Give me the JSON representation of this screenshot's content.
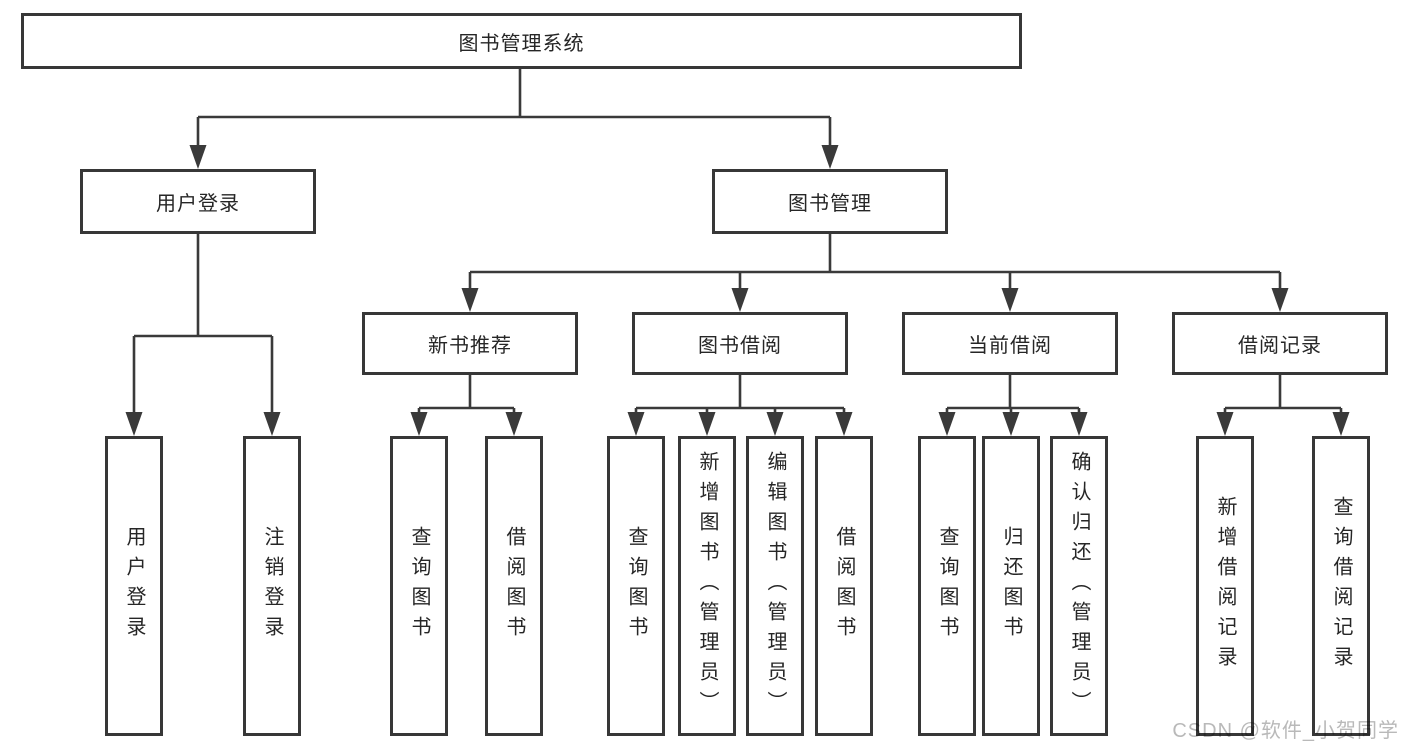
{
  "diagram": {
    "root": "图书管理系统",
    "user_login": {
      "label": "用户登录",
      "children": [
        "用户登录",
        "注销登录"
      ]
    },
    "book_mgmt": {
      "label": "图书管理",
      "sections": [
        {
          "label": "新书推荐",
          "children": [
            "查询图书",
            "借阅图书"
          ]
        },
        {
          "label": "图书借阅",
          "children": [
            "查询图书",
            "新增图书（管理员）",
            "编辑图书（管理员）",
            "借阅图书"
          ]
        },
        {
          "label": "当前借阅",
          "children": [
            "查询图书",
            "归还图书",
            "确认归还（管理员）"
          ]
        },
        {
          "label": "借阅记录",
          "children": [
            "新增借阅记录",
            "查询借阅记录"
          ]
        }
      ]
    }
  },
  "watermark": "CSDN @软件_小贺同学",
  "colors": {
    "line": "#3a3a3a",
    "box_border": "#373737",
    "text": "#262626",
    "background": "#ffffff",
    "watermark": "#b9b9b9"
  }
}
